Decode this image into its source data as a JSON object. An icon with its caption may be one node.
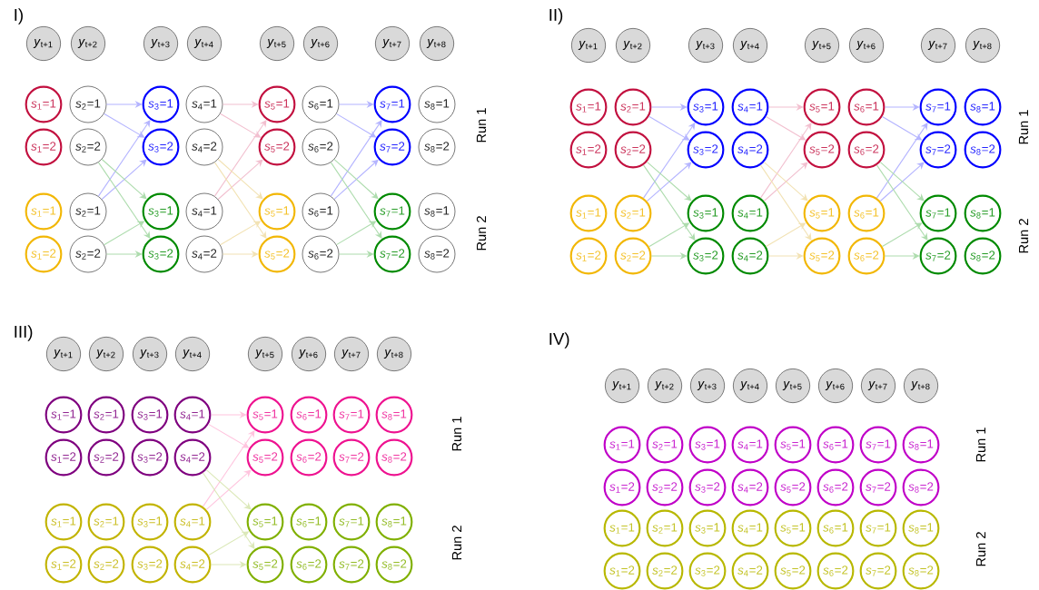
{
  "diagram": {
    "nodes": [
      {
        "text": [
          "*y*$_{t+1}$"
        ]
      },
      {
        "text": [
          "*y*$_{t+2}$"
        ]
      },
      {
        "text": [
          "*y*$_{t+3}$"
        ]
      },
      {
        "text": [
          "*y*$_{t+4}$"
        ]
      },
      {
        "text": [
          "*y*$_{t+5}$"
        ]
      },
      {
        "text": [
          "*y*$_{t+6}$"
        ]
      },
      {
        "text": [
          "*y*$_{t+7}$"
        ]
      },
      {
        "text": [
          "*y*$_{t+8}$"
        ]
      },
      {
        "text": [
          "*s*$_{1}$=1"
        ]
      },
      {
        "text": [
          "*s*$_{2}$=1"
        ]
      },
      {
        "text": [
          "*s*$_{3}$=1"
        ]
      },
      {
        "text": [
          "*s*$_{4}$=1"
        ]
      },
      {
        "text": [
          "*s*$_{5}$=1"
        ]
      },
      {
        "text": [
          "*s*$_{6}$=1"
        ]
      },
      {
        "text": [
          "*s*$_{7}$=1"
        ]
      },
      {
        "text": [
          "*s*$_{8}$=1"
        ]
      },
      {
        "text": [
          "*s*$_{1}$=2"
        ]
      },
      {
        "text": [
          "*s*$_{2}$=2"
        ]
      },
      {
        "text": [
          "*s*$_{3}$=2"
        ]
      },
      {
        "text": [
          "*s*$_{4}$=2"
        ]
      },
      {
        "text": [
          "*s*$_{5}$=2"
        ]
      },
      {
        "text": [
          "*s*$_{6}$=2"
        ]
      },
      {
        "text": [
          "*s*$_{7}$=2"
        ]
      },
      {
        "text": [
          "*s*$_{8}$=2"
        ]
      },
      {
        "text": [
          "*s*$_{1}$=1"
        ]
      },
      {
        "text": [
          "*s*$_{2}$=1"
        ]
      },
      {
        "text": [
          "*s*$_{3}$=1"
        ]
      },
      {
        "text": [
          "*s*$_{4}$=1"
        ]
      },
      {
        "text": [
          "*s*$_{5}$=1"
        ]
      },
      {
        "text": [
          "*s*$_{6}$=1"
        ]
      },
      {
        "text": [
          "*s*$_{7}$=1"
        ]
      },
      {
        "text": [
          "*s*$_{8}$=1"
        ]
      },
      {
        "text": [
          "*s*$_{1}$=2"
        ]
      },
      {
        "text": [
          "*s*$_{2}$=2"
        ]
      },
      {
        "text": [
          "*s*$_{3}$=2"
        ]
      },
      {
        "text": [
          "*s*$_{4}$=2"
        ]
      },
      {
        "text": [
          "*s*$_{5}$=2"
        ]
      },
      {
        "text": [
          "*s*$_{6}$=2"
        ]
      },
      {
        "text": [
          "*s*$_{7}$=2"
        ]
      },
      {
        "text": [
          "*s*$_{8}$=2"
        ]
      },
      {
        "text": [
          "*y*$_{t+1}$"
        ]
      },
      {
        "text": [
          "*y*$_{t+2}$"
        ]
      },
      {
        "text": [
          "*y*$_{t+3}$"
        ]
      },
      {
        "text": [
          "*y*$_{t+4}$"
        ]
      },
      {
        "text": [
          "*y*$_{t+5}$"
        ]
      },
      {
        "text": [
          "*y*$_{t+6}$"
        ]
      },
      {
        "text": [
          "*y*$_{t+7}$"
        ]
      },
      {
        "text": [
          "*y*$_{t+8}$"
        ]
      },
      {
        "text": [
          "*s*$_{1}$=1"
        ]
      },
      {
        "text": [
          "*s*$_{2}$=1"
        ]
      },
      {
        "text": [
          "*s*$_{3}$=1"
        ]
      },
      {
        "text": [
          "*s*$_{4}$=1"
        ]
      },
      {
        "text": [
          "*s*$_{5}$=1"
        ]
      },
      {
        "text": [
          "*s*$_{6}$=1"
        ]
      },
      {
        "text": [
          "*s*$_{7}$=1"
        ]
      },
      {
        "text": [
          "*s*$_{8}$=1"
        ]
      },
      {
        "text": [
          "*s*$_{1}$=2"
        ]
      },
      {
        "text": [
          "*s*$_{2}$=2"
        ]
      },
      {
        "text": [
          "*s*$_{3}$=2"
        ]
      },
      {
        "text": [
          "*s*$_{4}$=2"
        ]
      },
      {
        "text": [
          "*s*$_{5}$=2"
        ]
      },
      {
        "text": [
          "*s*$_{6}$=2"
        ]
      },
      {
        "text": [
          "*s*$_{7}$=2"
        ]
      },
      {
        "text": [
          "*s*$_{8}$=2"
        ]
      },
      {
        "text": [
          "*s*$_{1}$=1"
        ]
      },
      {
        "text": [
          "*s*$_{2}$=1"
        ]
      },
      {
        "text": [
          "*s*$_{3}$=1"
        ]
      },
      {
        "text": [
          "*s*$_{4}$=1"
        ]
      },
      {
        "text": [
          "*s*$_{5}$=1"
        ]
      },
      {
        "text": [
          "*s*$_{6}$=1"
        ]
      },
      {
        "text": [
          "*s*$_{7}$=1"
        ]
      },
      {
        "text": [
          "*s*$_{8}$=1"
        ]
      },
      {
        "text": [
          "*s*$_{1}$=2"
        ]
      },
      {
        "text": [
          "*s*$_{2}$=2"
        ]
      },
      {
        "text": [
          "*s*$_{3}$=2"
        ]
      },
      {
        "text": [
          "*s*$_{4}$=2"
        ]
      },
      {
        "text": [
          "*s*$_{5}$=2"
        ]
      },
      {
        "text": [
          "*s*$_{6}$=2"
        ]
      },
      {
        "text": [
          "*s*$_{7}$=2"
        ]
      },
      {
        "text": [
          "*s*$_{8}$=2"
        ]
      },
      {
        "text": [
          "*y*$_{t+1}$"
        ]
      },
      {
        "text": [
          "*y*$_{t+2}$"
        ]
      },
      {
        "text": [
          "*y*$_{t+3}$"
        ]
      },
      {
        "text": [
          "*y*$_{t+4}$"
        ]
      },
      {
        "text": [
          "*y*$_{t+5}$"
        ]
      },
      {
        "text": [
          "*y*$_{t+6}$"
        ]
      },
      {
        "text": [
          "*y*$_{t+7}$"
        ]
      },
      {
        "text": [
          "*y*$_{t+8}$"
        ]
      },
      {
        "text": [
          "*s*$_{1}$=1"
        ]
      },
      {
        "text": [
          "*s*$_{2}$=1"
        ]
      },
      {
        "text": [
          "*s*$_{3}$=1"
        ]
      },
      {
        "text": [
          "*s*$_{4}$=1"
        ]
      },
      {
        "text": [
          "*s*$_{5}$=1"
        ]
      },
      {
        "text": [
          "*s*$_{6}$=1"
        ]
      },
      {
        "text": [
          "*s*$_{7}$=1"
        ]
      },
      {
        "text": [
          "*s*$_{8}$=1"
        ]
      },
      {
        "text": [
          "*s*$_{1}$=2"
        ]
      },
      {
        "text": [
          "*s*$_{2}$=2"
        ]
      },
      {
        "text": [
          "*s*$_{3}$=2"
        ]
      },
      {
        "text": [
          "*s*$_{4}$=2"
        ]
      },
      {
        "text": [
          "*s*$_{5}$=2"
        ]
      },
      {
        "text": [
          "*s*$_{6}$=2"
        ]
      },
      {
        "text": [
          "*s*$_{7}$=2"
        ]
      },
      {
        "text": [
          "*s*$_{8}$=2"
        ]
      },
      {
        "text": [
          "*s*$_{1}$=1"
        ]
      },
      {
        "text": [
          "*s*$_{2}$=1"
        ]
      },
      {
        "text": [
          "*s*$_{3}$=1"
        ]
      },
      {
        "text": [
          "*s*$_{4}$=1"
        ]
      },
      {
        "text": [
          "*s*$_{5}$=1"
        ]
      },
      {
        "text": [
          "*s*$_{6}$=1"
        ]
      },
      {
        "text": [
          "*s*$_{7}$=1"
        ]
      },
      {
        "text": [
          "*s*$_{8}$=1"
        ]
      },
      {
        "text": [
          "*s*$_{1}$=2"
        ]
      },
      {
        "text": [
          "*s*$_{2}$=2"
        ]
      },
      {
        "text": [
          "*s*$_{3}$=2"
        ]
      },
      {
        "text": [
          "*s*$_{4}$=2"
        ]
      },
      {
        "text": [
          "*s*$_{5}$=2"
        ]
      },
      {
        "text": [
          "*s*$_{6}$=2"
        ]
      },
      {
        "text": [
          "*s*$_{7}$=2"
        ]
      },
      {
        "text": [
          "*s*$_{8}$=2"
        ]
      },
      {
        "text": [
          "*y*$_{t+1}$"
        ]
      },
      {
        "text": [
          "*y*$_{t+2}$"
        ]
      },
      {
        "text": [
          "*y*$_{t+3}$"
        ]
      },
      {
        "text": [
          "*y*$_{t+4}$"
        ]
      },
      {
        "text": [
          "*y*$_{t+5}$"
        ]
      },
      {
        "text": [
          "*y*$_{t+6}$"
        ]
      },
      {
        "text": [
          "*y*$_{t+7}$"
        ]
      },
      {
        "text": [
          "*y*$_{t+8}$"
        ]
      },
      {
        "text": [
          "*s*$_{1}$=1"
        ]
      },
      {
        "text": [
          "*s*$_{2}$=1"
        ]
      },
      {
        "text": [
          "*s*$_{3}$=1"
        ]
      },
      {
        "text": [
          "*s*$_{4}$=1"
        ]
      },
      {
        "text": [
          "*s*$_{5}$=1"
        ]
      },
      {
        "text": [
          "*s*$_{6}$=1"
        ]
      },
      {
        "text": [
          "*s*$_{7}$=1"
        ]
      },
      {
        "text": [
          "*s*$_{8}$=1"
        ]
      },
      {
        "text": [
          "*s*$_{1}$=2"
        ]
      },
      {
        "text": [
          "*s*$_{2}$=2"
        ]
      },
      {
        "text": [
          "*s*$_{3}$=2"
        ]
      },
      {
        "text": [
          "*s*$_{4}$=2"
        ]
      },
      {
        "text": [
          "*s*$_{5}$=2"
        ]
      },
      {
        "text": [
          "*s*$_{6}$=2"
        ]
      },
      {
        "text": [
          "*s*$_{7}$=2"
        ]
      },
      {
        "text": [
          "*s*$_{8}$=2"
        ]
      },
      {
        "text": [
          "*s*$_{1}$=1"
        ]
      },
      {
        "text": [
          "*s*$_{2}$=1"
        ]
      },
      {
        "text": [
          "*s*$_{3}$=1"
        ]
      },
      {
        "text": [
          "*s*$_{4}$=1"
        ]
      },
      {
        "text": [
          "*s*$_{5}$=1"
        ]
      },
      {
        "text": [
          "*s*$_{6}$=1"
        ]
      },
      {
        "text": [
          "*s*$_{7}$=1"
        ]
      },
      {
        "text": [
          "*s*$_{8}$=1"
        ]
      },
      {
        "text": [
          "*s*$_{1}$=2"
        ]
      },
      {
        "text": [
          "*s*$_{2}$=2"
        ]
      },
      {
        "text": [
          "*s*$_{3}$=2"
        ]
      },
      {
        "text": [
          "*s*$_{4}$=2"
        ]
      },
      {
        "text": [
          "*s*$_{5}$=2"
        ]
      },
      {
        "text": [
          "*s*$_{6}$=2"
        ]
      },
      {
        "text": [
          "*s*$_{7}$=2"
        ]
      },
      {
        "text": [
          "*s*$_{8}$=2"
        ]
      }
    ],
    "edges": [
      {
        "from": 9,
        "to": 10,
        "arrow": "to",
        "color": "#b3b3ff"
      },
      {
        "from": 9,
        "to": 18,
        "arrow": "to",
        "color": "#b3b3ff"
      },
      {
        "from": 25,
        "to": 10,
        "arrow": "to",
        "color": "#b3b3ff"
      },
      {
        "from": 25,
        "to": 18,
        "arrow": "to",
        "color": "#b3b3ff"
      },
      {
        "from": 17,
        "to": 26,
        "arrow": "to",
        "color": "#addcad"
      },
      {
        "from": 17,
        "to": 34,
        "arrow": "to",
        "color": "#addcad"
      },
      {
        "from": 33,
        "to": 26,
        "arrow": "to",
        "color": "#addcad"
      },
      {
        "from": 33,
        "to": 34,
        "arrow": "to",
        "color": "#addcad"
      },
      {
        "from": 11,
        "to": 12,
        "arrow": "to",
        "color": "#f2bfcf"
      },
      {
        "from": 11,
        "to": 20,
        "arrow": "to",
        "color": "#f2bfcf"
      },
      {
        "from": 27,
        "to": 12,
        "arrow": "to",
        "color": "#f2bfcf"
      },
      {
        "from": 27,
        "to": 20,
        "arrow": "to",
        "color": "#f2bfcf"
      },
      {
        "from": 19,
        "to": 28,
        "arrow": "to",
        "color": "#f2e2b3"
      },
      {
        "from": 19,
        "to": 36,
        "arrow": "to",
        "color": "#f2e2b3"
      },
      {
        "from": 35,
        "to": 28,
        "arrow": "to",
        "color": "#f2e2b3"
      },
      {
        "from": 35,
        "to": 36,
        "arrow": "to",
        "color": "#f2e2b3"
      },
      {
        "from": 13,
        "to": 14,
        "arrow": "to",
        "color": "#b3b3ff"
      },
      {
        "from": 13,
        "to": 22,
        "arrow": "to",
        "color": "#b3b3ff"
      },
      {
        "from": 29,
        "to": 14,
        "arrow": "to",
        "color": "#b3b3ff"
      },
      {
        "from": 29,
        "to": 22,
        "arrow": "to",
        "color": "#b3b3ff"
      },
      {
        "from": 21,
        "to": 30,
        "arrow": "to",
        "color": "#addcad"
      },
      {
        "from": 21,
        "to": 38,
        "arrow": "to",
        "color": "#addcad"
      },
      {
        "from": 37,
        "to": 30,
        "arrow": "to",
        "color": "#addcad"
      },
      {
        "from": 37,
        "to": 38,
        "arrow": "to",
        "color": "#addcad"
      },
      {
        "from": 49,
        "to": 50,
        "arrow": "to",
        "color": "#b3b3ff"
      },
      {
        "from": 49,
        "to": 58,
        "arrow": "to",
        "color": "#b3b3ff"
      },
      {
        "from": 65,
        "to": 50,
        "arrow": "to",
        "color": "#b3b3ff"
      },
      {
        "from": 65,
        "to": 58,
        "arrow": "to",
        "color": "#b3b3ff"
      },
      {
        "from": 57,
        "to": 66,
        "arrow": "to",
        "color": "#addcad"
      },
      {
        "from": 57,
        "to": 74,
        "arrow": "to",
        "color": "#addcad"
      },
      {
        "from": 73,
        "to": 66,
        "arrow": "to",
        "color": "#addcad"
      },
      {
        "from": 73,
        "to": 74,
        "arrow": "to",
        "color": "#addcad"
      },
      {
        "from": 51,
        "to": 52,
        "arrow": "to",
        "color": "#f2bfcf"
      },
      {
        "from": 51,
        "to": 60,
        "arrow": "to",
        "color": "#f2bfcf"
      },
      {
        "from": 67,
        "to": 52,
        "arrow": "to",
        "color": "#f2bfcf"
      },
      {
        "from": 67,
        "to": 60,
        "arrow": "to",
        "color": "#f2bfcf"
      },
      {
        "from": 59,
        "to": 68,
        "arrow": "to",
        "color": "#f2e2b3"
      },
      {
        "from": 59,
        "to": 76,
        "arrow": "to",
        "color": "#f2e2b3"
      },
      {
        "from": 75,
        "to": 68,
        "arrow": "to",
        "color": "#f2e2b3"
      },
      {
        "from": 75,
        "to": 76,
        "arrow": "to",
        "color": "#f2e2b3"
      },
      {
        "from": 53,
        "to": 54,
        "arrow": "to",
        "color": "#b3b3ff"
      },
      {
        "from": 53,
        "to": 62,
        "arrow": "to",
        "color": "#b3b3ff"
      },
      {
        "from": 69,
        "to": 54,
        "arrow": "to",
        "color": "#b3b3ff"
      },
      {
        "from": 69,
        "to": 62,
        "arrow": "to",
        "color": "#b3b3ff"
      },
      {
        "from": 61,
        "to": 70,
        "arrow": "to",
        "color": "#addcad"
      },
      {
        "from": 61,
        "to": 78,
        "arrow": "to",
        "color": "#addcad"
      },
      {
        "from": 77,
        "to": 70,
        "arrow": "to",
        "color": "#addcad"
      },
      {
        "from": 77,
        "to": 78,
        "arrow": "to",
        "color": "#addcad"
      },
      {
        "from": 91,
        "to": 92,
        "arrow": "to",
        "color": "#ffc4de"
      },
      {
        "from": 91,
        "to": 100,
        "arrow": "to",
        "color": "#ffc4de"
      },
      {
        "from": 107,
        "to": 92,
        "arrow": "to",
        "color": "#ffc4de"
      },
      {
        "from": 107,
        "to": 100,
        "arrow": "to",
        "color": "#ffc4de"
      },
      {
        "from": 99,
        "to": 108,
        "arrow": "to",
        "color": "#dbe8b8"
      },
      {
        "from": 99,
        "to": 116,
        "arrow": "to",
        "color": "#dbe8b8"
      },
      {
        "from": 115,
        "to": 108,
        "arrow": "to",
        "color": "#dbe8b8"
      },
      {
        "from": 115,
        "to": 116,
        "arrow": "to",
        "color": "#dbe8b8"
      }
    ],
    "labels": [
      "I)",
      "II)",
      "Run 1",
      "Run 2",
      "Run 1",
      "Run 2",
      "III)",
      "IV)",
      "Run 1",
      "Run 2",
      "Run 1",
      "Run 2"
    ]
  }
}
